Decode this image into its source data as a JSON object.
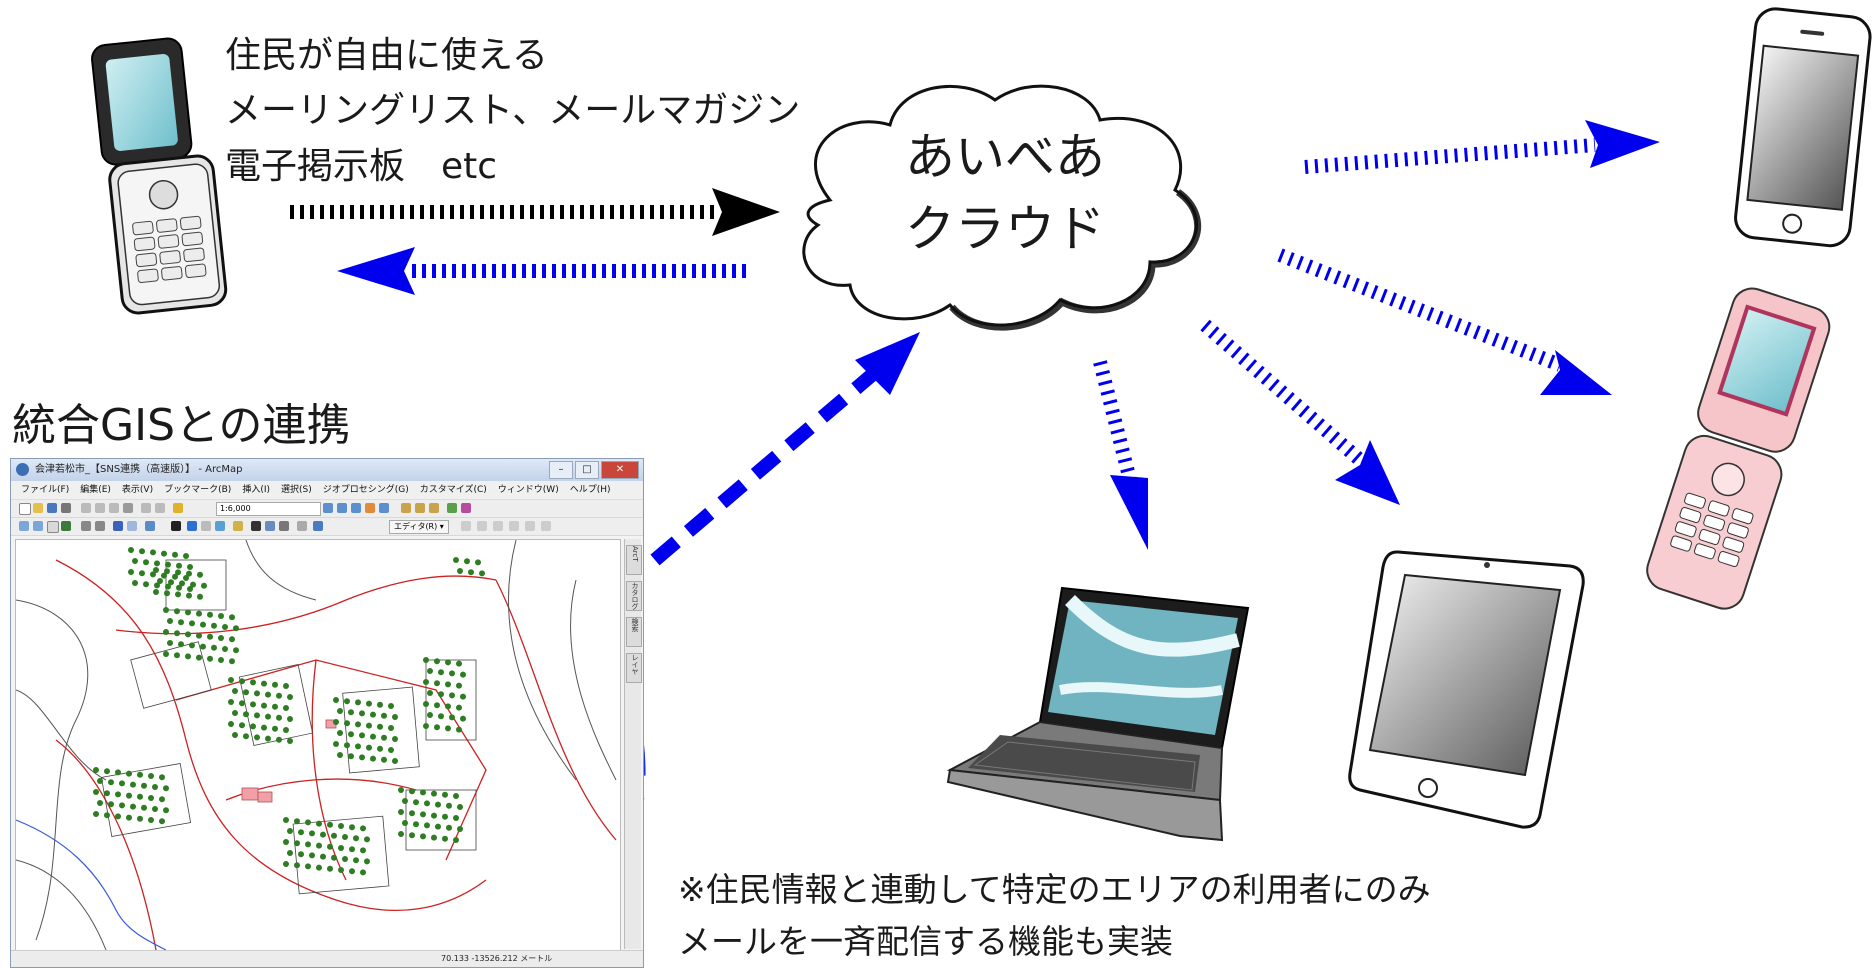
{
  "residents_box": {
    "line1": "住民が自由に使える",
    "line2": "メーリングリスト、メールマガジン",
    "line3": "電子掲示板　etc"
  },
  "cloud": {
    "line1": "あいべあ",
    "line2": "クラウド"
  },
  "gis_title": "統合GISとの連携",
  "note": {
    "line1": "※住民情報と連動して特定のエリアの利用者にのみ",
    "line2": "メールを一斉配信する機能も実装"
  },
  "arcmap": {
    "window_title": "会津若松市_【SNS連携（高速版）】 - ArcMap",
    "menus": [
      "ファイル(F)",
      "編集(E)",
      "表示(V)",
      "ブックマーク(B)",
      "挿入(I)",
      "選択(S)",
      "ジオプロセシング(G)",
      "カスタマイズ(C)",
      "ウィンドウ(W)",
      "ヘルプ(H)"
    ],
    "scale": "1:6,000",
    "editor_label": "エディタ(R) ▾",
    "side_tabs": [
      "ArcT",
      "カタログ",
      "検索",
      "レイヤ"
    ],
    "coords": "70.133  -13526.212 メートル"
  },
  "colors": {
    "arrow_blue": "#0000ee",
    "arrow_black": "#000000",
    "lot_green": "#2e7d22",
    "road_red": "#cc2222",
    "highlight_blue": "#1a2ee6"
  },
  "icons": [
    "flip-phone-icon",
    "smartphone-icon",
    "pink-flip-phone-icon",
    "laptop-icon",
    "tablet-icon",
    "cloud-icon"
  ]
}
